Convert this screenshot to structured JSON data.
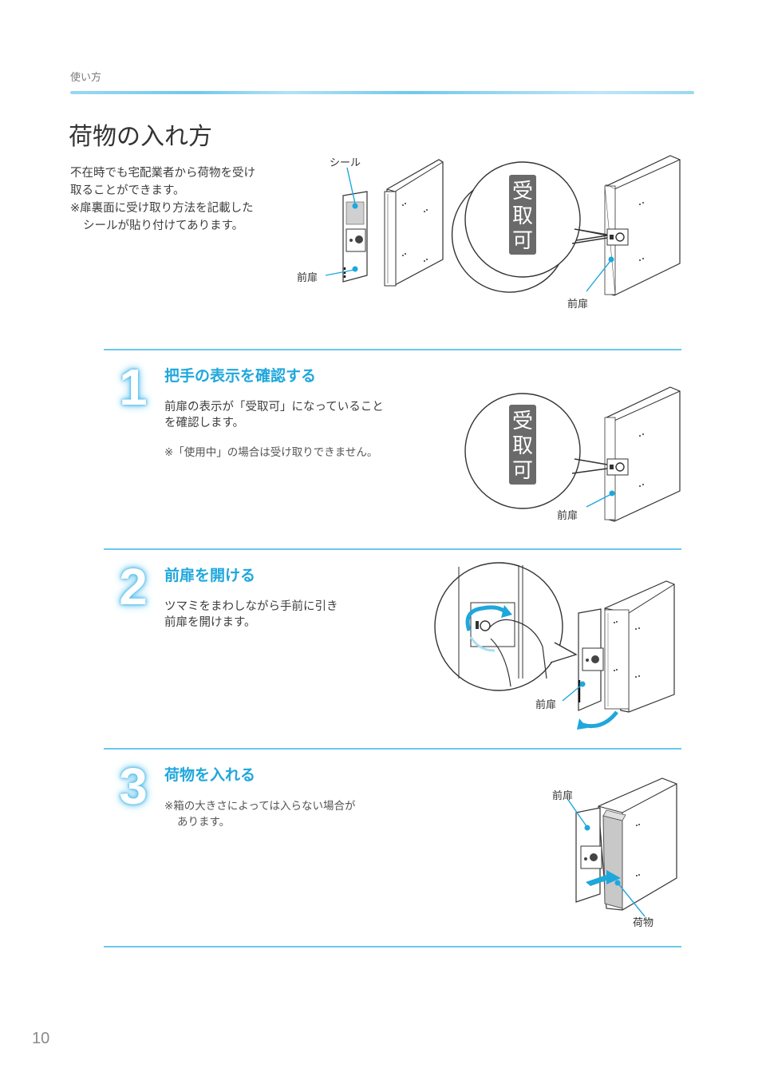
{
  "header": {
    "section_label": "使い方",
    "accent_color": "#5ec3ec"
  },
  "page_title": "荷物の入れ方",
  "intro": {
    "lines": [
      "不在時でも宅配業者から荷物を受け",
      "取ることができます。"
    ],
    "note_lines": [
      "※扉裏面に受け取り方法を記載した",
      "シールが貼り付けてあります。"
    ]
  },
  "intro_figures": {
    "open_box": {
      "label_seal": "シール",
      "label_front_door": "前扉"
    },
    "closed_box": {
      "display_chars": [
        "受",
        "取",
        "可"
      ],
      "label_front_door": "前扉"
    }
  },
  "steps": [
    {
      "number": "1",
      "title": "把手の表示を確認する",
      "body_lines": [
        "前扉の表示が「受取可」になっていること",
        "を確認します。"
      ],
      "note": "※「使用中」の場合は受け取りできません。",
      "figure": {
        "display_chars": [
          "受",
          "取",
          "可"
        ],
        "label_front_door": "前扉"
      }
    },
    {
      "number": "2",
      "title": "前扉を開ける",
      "body_lines": [
        "ツマミをまわしながら手前に引き",
        "前扉を開けます。"
      ],
      "figure": {
        "label_front_door": "前扉"
      }
    },
    {
      "number": "3",
      "title": "荷物を入れる",
      "note_lines": [
        "※箱の大きさによっては入らない場合が",
        "あります。"
      ],
      "figure": {
        "label_front_door": "前扉",
        "label_package": "荷物"
      }
    }
  ],
  "footer": {
    "page_number": "10"
  }
}
